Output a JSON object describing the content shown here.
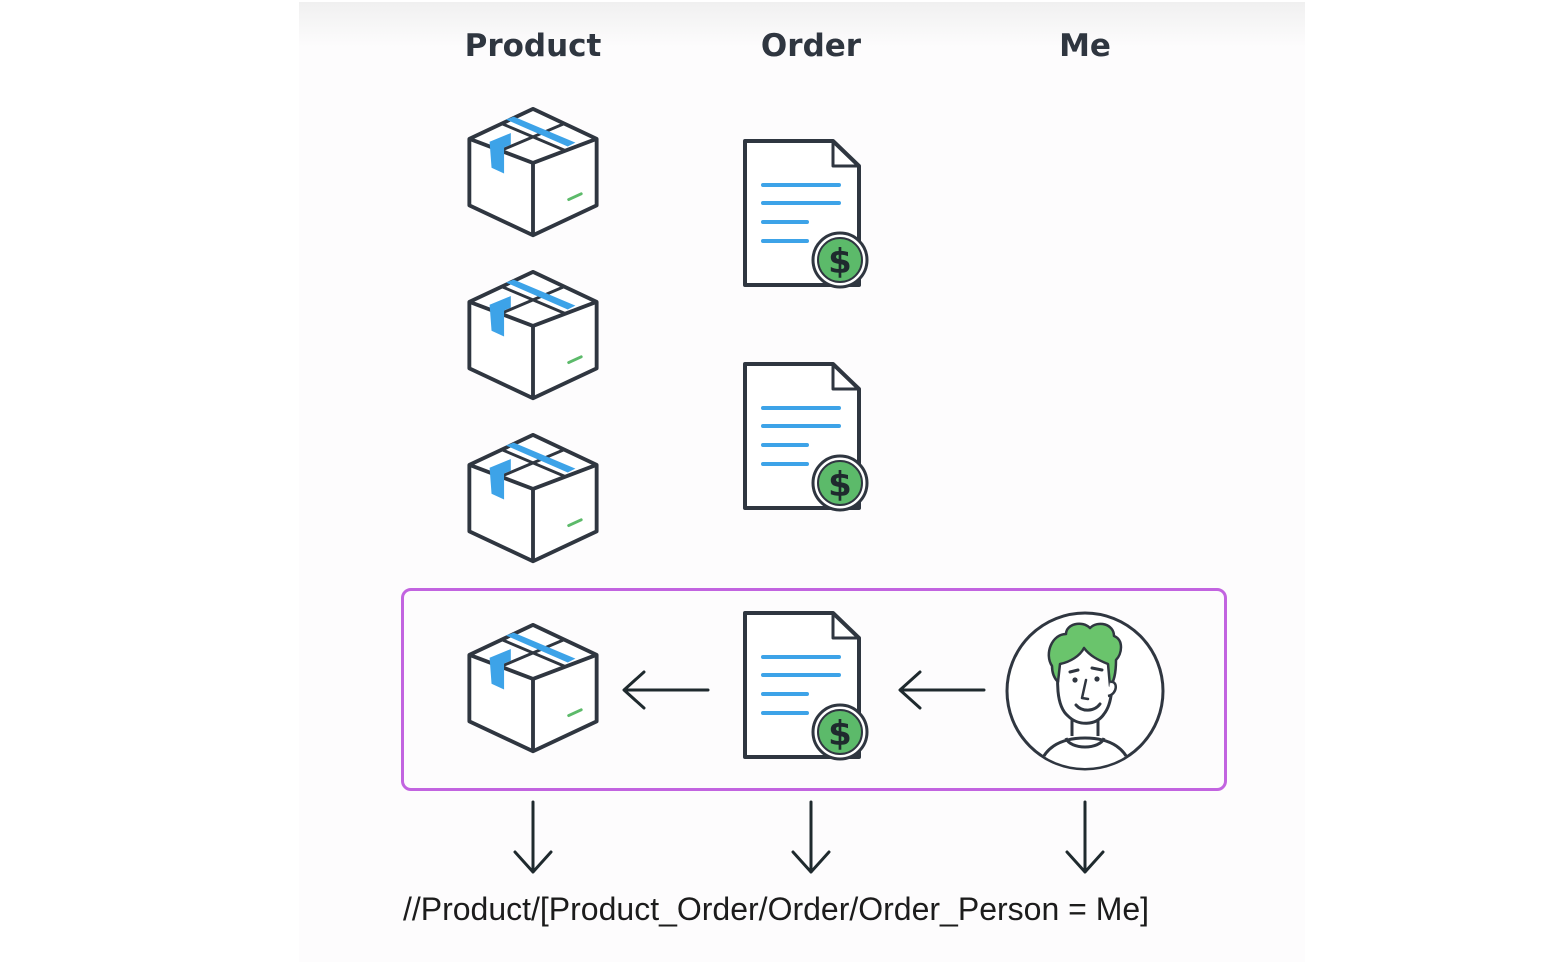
{
  "columns": {
    "product": "Product",
    "order": "Order",
    "me": "Me"
  },
  "icons": {
    "product": "package-box-icon",
    "order": "invoice-document-icon",
    "me": "person-avatar-icon",
    "arrow_left": "arrow-left-icon",
    "arrow_down": "arrow-down-icon"
  },
  "order_badge_symbol": "$",
  "xpath_expression": "//Product/[Product_Order/Order/Order_Person = Me]",
  "colors": {
    "box_tape": "#3da3e8",
    "doc_lines": "#3da3e8",
    "dollar_badge": "#5cba6a",
    "hair": "#6ac46c",
    "highlight_border": "#c264e0",
    "stroke": "#2f3640"
  }
}
